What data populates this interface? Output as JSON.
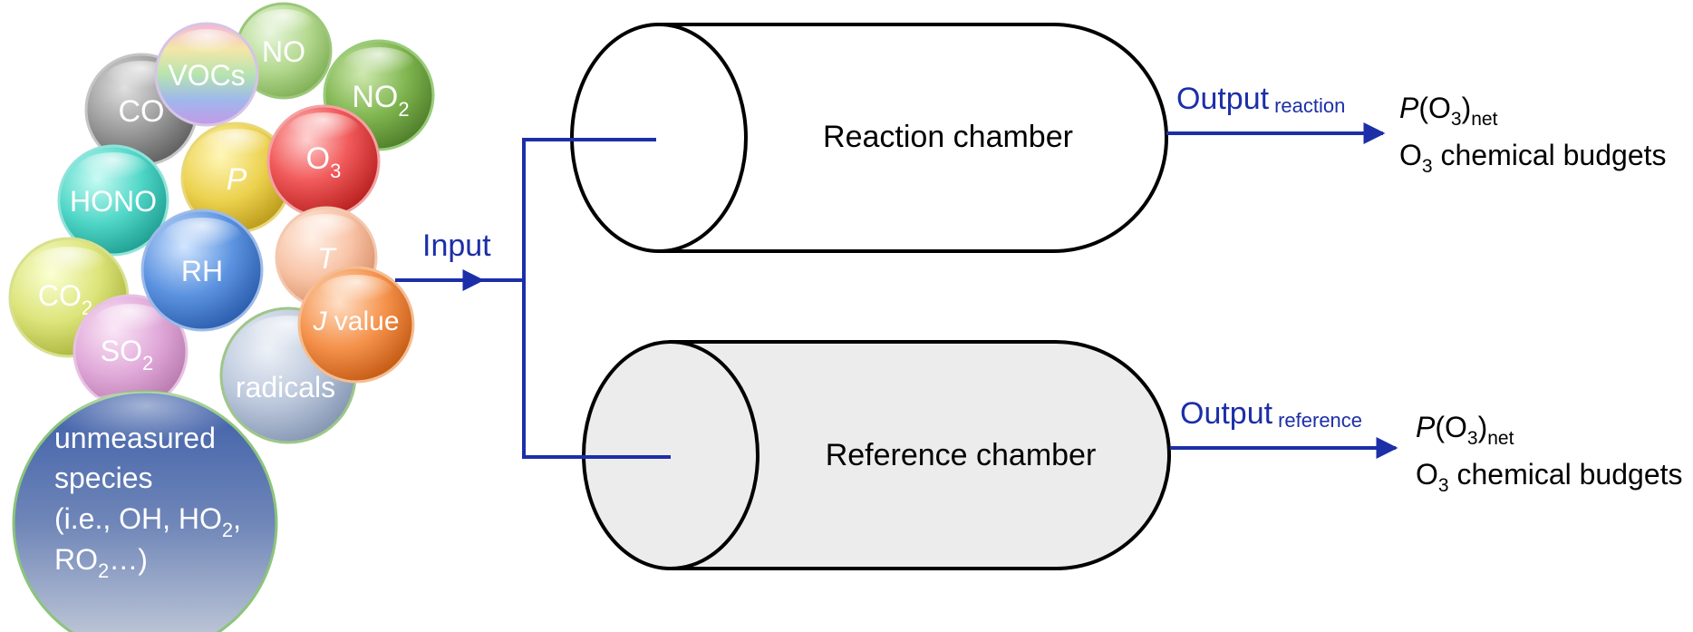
{
  "bubbles": {
    "no": "NO",
    "vocs": "VOCs",
    "co": "CO",
    "no2_main": "NO",
    "no2_sub": "2",
    "p": "P",
    "o3_main": "O",
    "o3_sub": "3",
    "hono": "HONO",
    "rh": "RH",
    "t": "T",
    "co2_main": "CO",
    "co2_sub": "2",
    "jvalue_j": "J",
    "jvalue_rest": " value",
    "so2_main": "SO",
    "so2_sub": "2",
    "radicals": "radicals",
    "unmeasured_line1": "unmeasured",
    "unmeasured_line2": "species",
    "unmeasured_line3_a": "(i.e., OH, HO",
    "unmeasured_line3_sub": "2",
    "unmeasured_line3_b": ",",
    "unmeasured_line4_a": "RO",
    "unmeasured_line4_sub": "2",
    "unmeasured_line4_b": "…)"
  },
  "input_label": "Input",
  "reaction": {
    "chamber_label": "Reaction chamber",
    "output_main": "Output",
    "output_sub": "reaction",
    "result_p": "P",
    "result_open": "(O",
    "result_sub3": "3",
    "result_close": ")",
    "result_subnet": "net",
    "budget_o": "O",
    "budget_sub": "3",
    "budget_rest": " chemical budgets"
  },
  "reference": {
    "chamber_label": "Reference chamber",
    "output_main": "Output",
    "output_sub": "reference",
    "result_p": "P",
    "result_open": "(O",
    "result_sub3": "3",
    "result_close": ")",
    "result_subnet": "net",
    "budget_o": "O",
    "budget_sub": "3",
    "budget_rest": " chemical budgets"
  },
  "colors": {
    "arrow_blue": "#1c2fa8",
    "reference_fill": "#ececec"
  }
}
